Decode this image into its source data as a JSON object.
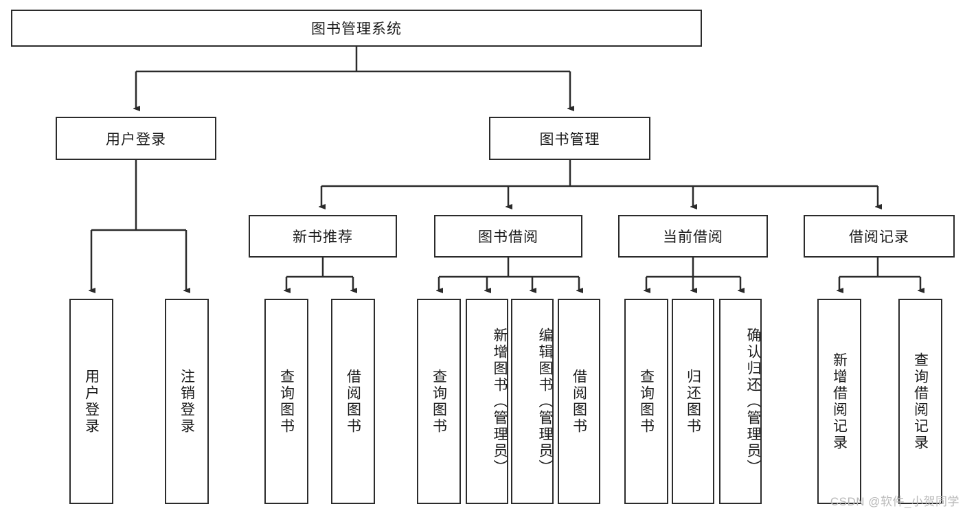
{
  "diagram": {
    "title": "图书管理系统",
    "type": "hierarchy-tree",
    "colors": {
      "border": "#2b2b2b",
      "background": "#ffffff",
      "text": "#1b1b1b",
      "watermark": "#b9b9b9"
    },
    "root": {
      "label": "图书管理系统"
    },
    "level2": [
      {
        "label": "用户登录"
      },
      {
        "label": "图书管理"
      }
    ],
    "level3": [
      {
        "label": "新书推荐"
      },
      {
        "label": "图书借阅"
      },
      {
        "label": "当前借阅"
      },
      {
        "label": "借阅记录"
      }
    ],
    "leaves": {
      "user_login": [
        {
          "label": "用户登录"
        },
        {
          "label": "注销登录"
        }
      ],
      "new_book_recommend": [
        {
          "label": "查询图书"
        },
        {
          "label": "借阅图书"
        }
      ],
      "book_borrow": [
        {
          "label": "查询图书"
        },
        {
          "label": "新增图书（管理员）"
        },
        {
          "label": "编辑图书（管理员）"
        },
        {
          "label": "借阅图书"
        }
      ],
      "current_borrow": [
        {
          "label": "查询图书"
        },
        {
          "label": "归还图书"
        },
        {
          "label": "确认归还（管理员）"
        }
      ],
      "borrow_record": [
        {
          "label": "新增借阅记录"
        },
        {
          "label": "查询借阅记录"
        }
      ]
    },
    "watermark": "CSDN @软件_小贺同学"
  }
}
